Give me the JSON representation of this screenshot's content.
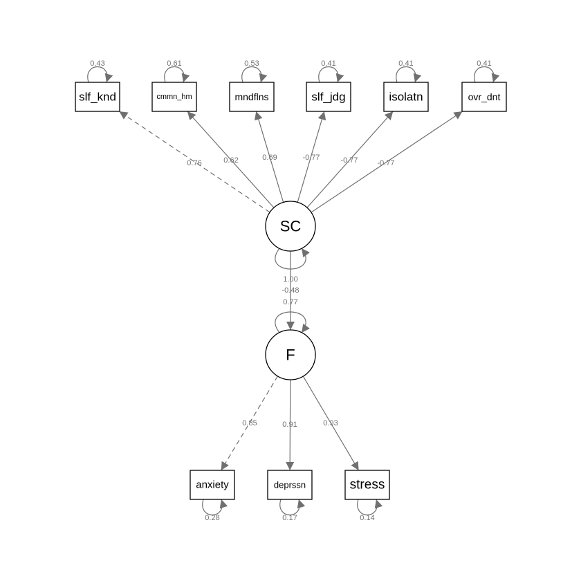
{
  "diagram": {
    "type": "sem-path-diagram",
    "latent": [
      {
        "id": "SC",
        "label": "SC",
        "variance": "1.00"
      },
      {
        "id": "F",
        "label": "F",
        "variance": "0.77"
      }
    ],
    "indicators_top": [
      {
        "id": "slf_knd",
        "label": "slf_knd",
        "residual": "0.43",
        "loading": "0.76",
        "fixed": true
      },
      {
        "id": "cmmn_hm",
        "label": "cmmn_hm",
        "residual": "0.61",
        "loading": "0.62",
        "fixed": false
      },
      {
        "id": "mndflns",
        "label": "mndflns",
        "residual": "0.53",
        "loading": "0.69",
        "fixed": false
      },
      {
        "id": "slf_jdg",
        "label": "slf_jdg",
        "residual": "0.41",
        "loading": "-0.77",
        "fixed": false
      },
      {
        "id": "isolatn",
        "label": "isolatn",
        "residual": "0.41",
        "loading": "-0.77",
        "fixed": false
      },
      {
        "id": "ovr_dnt",
        "label": "ovr_dnt",
        "residual": "0.41",
        "loading": "-0.77",
        "fixed": false
      }
    ],
    "indicators_bottom": [
      {
        "id": "anxiety",
        "label": "anxiety",
        "residual": "0.28",
        "loading": "0.85",
        "fixed": true
      },
      {
        "id": "deprssn",
        "label": "deprssn",
        "residual": "0.17",
        "loading": "0.91",
        "fixed": false
      },
      {
        "id": "stress",
        "label": "stress",
        "residual": "0.14",
        "loading": "0.93",
        "fixed": false
      }
    ],
    "regression": {
      "from": "SC",
      "to": "F",
      "coefficient": "-0.48"
    },
    "colors": {
      "edge": "#707070",
      "node_border": "#000000",
      "background": "#ffffff"
    }
  }
}
